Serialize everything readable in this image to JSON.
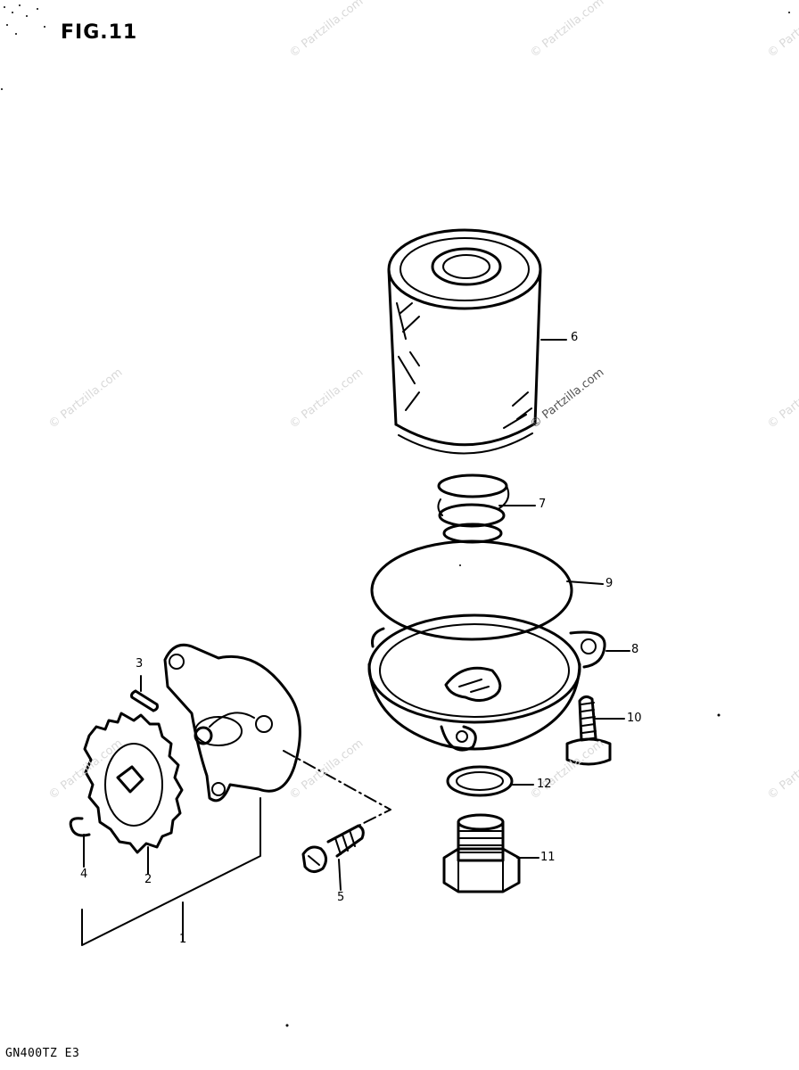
{
  "figure": {
    "title": "FIG.11",
    "footer_code": "GN400TZ E3"
  },
  "watermark": "© Partzilla.com",
  "callouts": {
    "c1": "1",
    "c2": "2",
    "c3": "3",
    "c4": "4",
    "c5": "5",
    "c6": "6",
    "c7": "7",
    "c8": "8",
    "c9": "9",
    "c10": "10",
    "c11": "11",
    "c12": "12"
  },
  "parts": {
    "oil_filter": "oil-filter",
    "spring": "spring",
    "o_ring": "o-ring",
    "filter_cap": "oil-filter-cap",
    "bolt_10": "bolt",
    "gasket_12": "gasket",
    "drain_plug": "drain-plug",
    "oil_pump": "oil-pump",
    "pump_gear": "oil-pump-gear",
    "pin": "pin",
    "circlip": "circlip",
    "screw": "screw"
  }
}
